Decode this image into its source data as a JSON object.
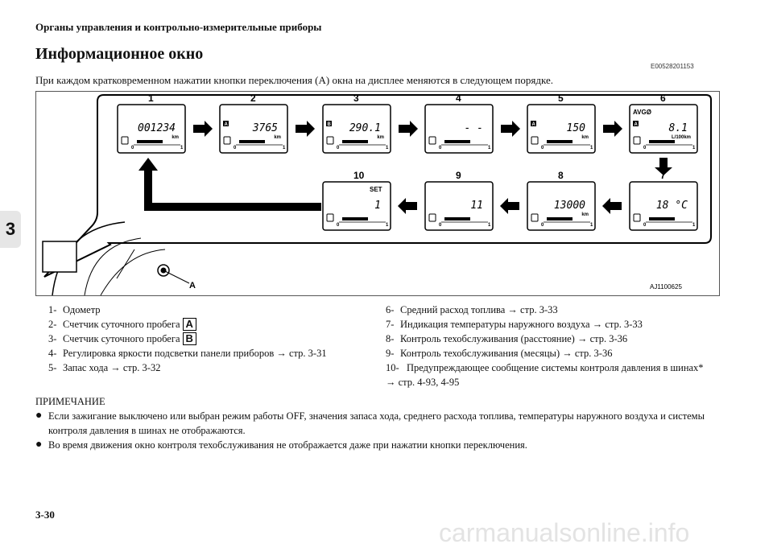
{
  "header": {
    "section": "Органы управления и контрольно-измерительные приборы"
  },
  "title": "Информационное окно",
  "doc_code": "E00528201153",
  "intro": "При каждом кратковременном нажатии кнопки переключения (A) окна на дисплее меняются в следующем порядке.",
  "chapter_tab": "3",
  "figure": {
    "code": "AJ1100625",
    "button_label": "A",
    "screens": [
      {
        "n": "1",
        "value": "001234",
        "unit": "km",
        "badge": ""
      },
      {
        "n": "2",
        "value": "3765",
        "unit": "km",
        "badge": "A"
      },
      {
        "n": "3",
        "value": "290.1",
        "unit": "km",
        "badge": "B"
      },
      {
        "n": "4",
        "value": "- -",
        "unit": "",
        "badge": ""
      },
      {
        "n": "5",
        "value": "150",
        "unit": "km",
        "badge": "A"
      },
      {
        "n": "6",
        "value": "8.1",
        "unit": "L/100km",
        "badge": "A",
        "extra": "AVGØ"
      },
      {
        "n": "7",
        "value": "18 °C",
        "unit": "",
        "badge": ""
      },
      {
        "n": "8",
        "value": "13000",
        "unit": "km",
        "badge": ""
      },
      {
        "n": "9",
        "value": "11",
        "unit": "",
        "badge": ""
      },
      {
        "n": "10",
        "value": "1",
        "unit": "",
        "badge": "",
        "extra": "SET"
      }
    ],
    "gauge_min": "0",
    "gauge_max": "1"
  },
  "captions_left": [
    {
      "num": "1-",
      "text": "Одометр"
    },
    {
      "num": "2-",
      "text": "Счетчик суточного пробега",
      "box": "A"
    },
    {
      "num": "3-",
      "text": "Счетчик суточного пробега",
      "box": "B"
    },
    {
      "num": "4-",
      "text": "Регулировка яркости подсветки панели приборов → стр. 3-31"
    },
    {
      "num": "5-",
      "text": "Запас хода → стр. 3-32"
    }
  ],
  "captions_right": [
    {
      "num": "6-",
      "text": "Средний расход топлива → стр. 3-33"
    },
    {
      "num": "7-",
      "text": "Индикация температуры наружного воздуха → стр. 3-33"
    },
    {
      "num": "8-",
      "text": "Контроль техобслуживания (расстояние) → стр. 3-36"
    },
    {
      "num": "9-",
      "text": "Контроль техобслуживания (месяцы) → стр. 3-36"
    },
    {
      "num": "10-",
      "text": "Предупреждающее сообщение системы контроля давления в шинах* → стр. 4-93, 4-95"
    }
  ],
  "note": {
    "heading": "ПРИМЕЧАНИЕ",
    "items": [
      "Если зажигание выключено или выбран режим работы OFF, значения запаса хода, среднего расхода топлива, температуры наружного воздуха и системы контроля давления в шинах не отображаются.",
      "Во время движения окно контроля техобслуживания не отображается даже при нажатии кнопки переключения."
    ]
  },
  "page_number": "3-30",
  "watermark": "carmanualsonline.info"
}
